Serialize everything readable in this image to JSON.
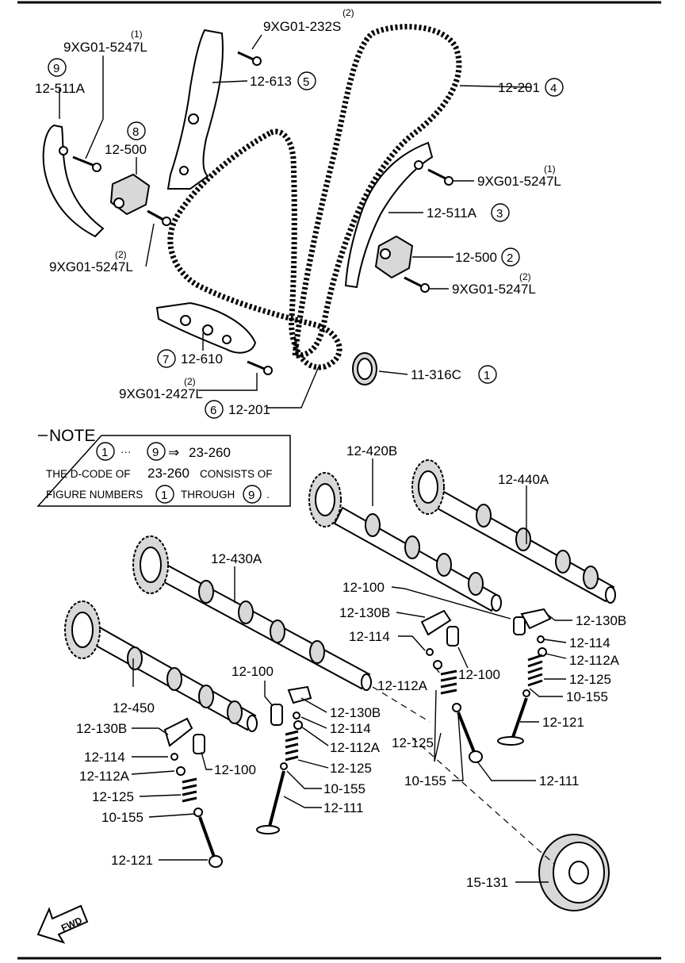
{
  "labels": {
    "l_5247_tl_num": "9XG01-5247L",
    "l_5247_tl_sup": "(1)",
    "l_511a_left": "12-511A",
    "l_511a_left_circ": "9",
    "l_232s_num": "9XG01-232S",
    "l_232s_sup": "(2)",
    "l_613": "12-613",
    "l_613_circ": "5",
    "l_201_top": "12-201",
    "l_201_top_circ": "4",
    "l_500_left": "12-500",
    "l_500_left_circ": "8",
    "l_5247_r1_num": "9XG01-5247L",
    "l_5247_r1_sup": "(1)",
    "l_511a_right": "12-511A",
    "l_511a_right_circ": "3",
    "l_5247_l2_num": "9XG01-5247L",
    "l_5247_l2_sup": "(2)",
    "l_500_right": "12-500",
    "l_500_right_circ": "2",
    "l_5247_r2_num": "9XG01-5247L",
    "l_5247_r2_sup": "(2)",
    "l_610": "12-610",
    "l_610_circ": "7",
    "l_2427_num": "9XG01-2427L",
    "l_2427_sup": "(2)",
    "l_316c": "11-316C",
    "l_316c_circ": "1",
    "l_201_bot": "12-201",
    "l_201_bot_circ": "6",
    "l_420b": "12-420B",
    "l_440a": "12-440A",
    "l_430a": "12-430A",
    "l_100_a": "12-100",
    "l_130b_a": "12-130B",
    "l_130b_b": "12-130B",
    "l_114_a": "12-114",
    "l_114_b": "12-114",
    "l_100_b": "12-100",
    "l_112a_a": "12-112A",
    "l_112a_b": "12-112A",
    "l_125_a": "12-125",
    "l_155_a": "10-155",
    "l_121_a": "12-121",
    "l_100_c": "12-100",
    "l_450": "12-450",
    "l_130b_c": "12-130B",
    "l_130b_d": "12-130B",
    "l_114_c": "12-114",
    "l_114_d": "12-114",
    "l_112a_c": "12-112A",
    "l_112a_d": "12-112A",
    "l_100_d": "12-100",
    "l_125_b": "12-125",
    "l_125_c": "12-125",
    "l_125_d": "12-125",
    "l_155_b": "10-155",
    "l_155_c": "10-155",
    "l_155_d": "10-155",
    "l_111_a": "12-111",
    "l_111_b": "12-111",
    "l_121_b": "12-121",
    "l_131": "15-131",
    "fwd": "FWD"
  },
  "note": {
    "heading": "NOTE",
    "range_from": "1",
    "range_dots": "···",
    "range_to": "9",
    "arrow": "⇒",
    "target": "23-260",
    "line2_a": "THE D-CODE OF",
    "line2_b": "23-260",
    "line2_c": "CONSISTS OF",
    "line3_a": "FIGURE NUMBERS",
    "line3_b": "1",
    "line3_c": "THROUGH",
    "line3_d": "9",
    "line3_e": "."
  }
}
